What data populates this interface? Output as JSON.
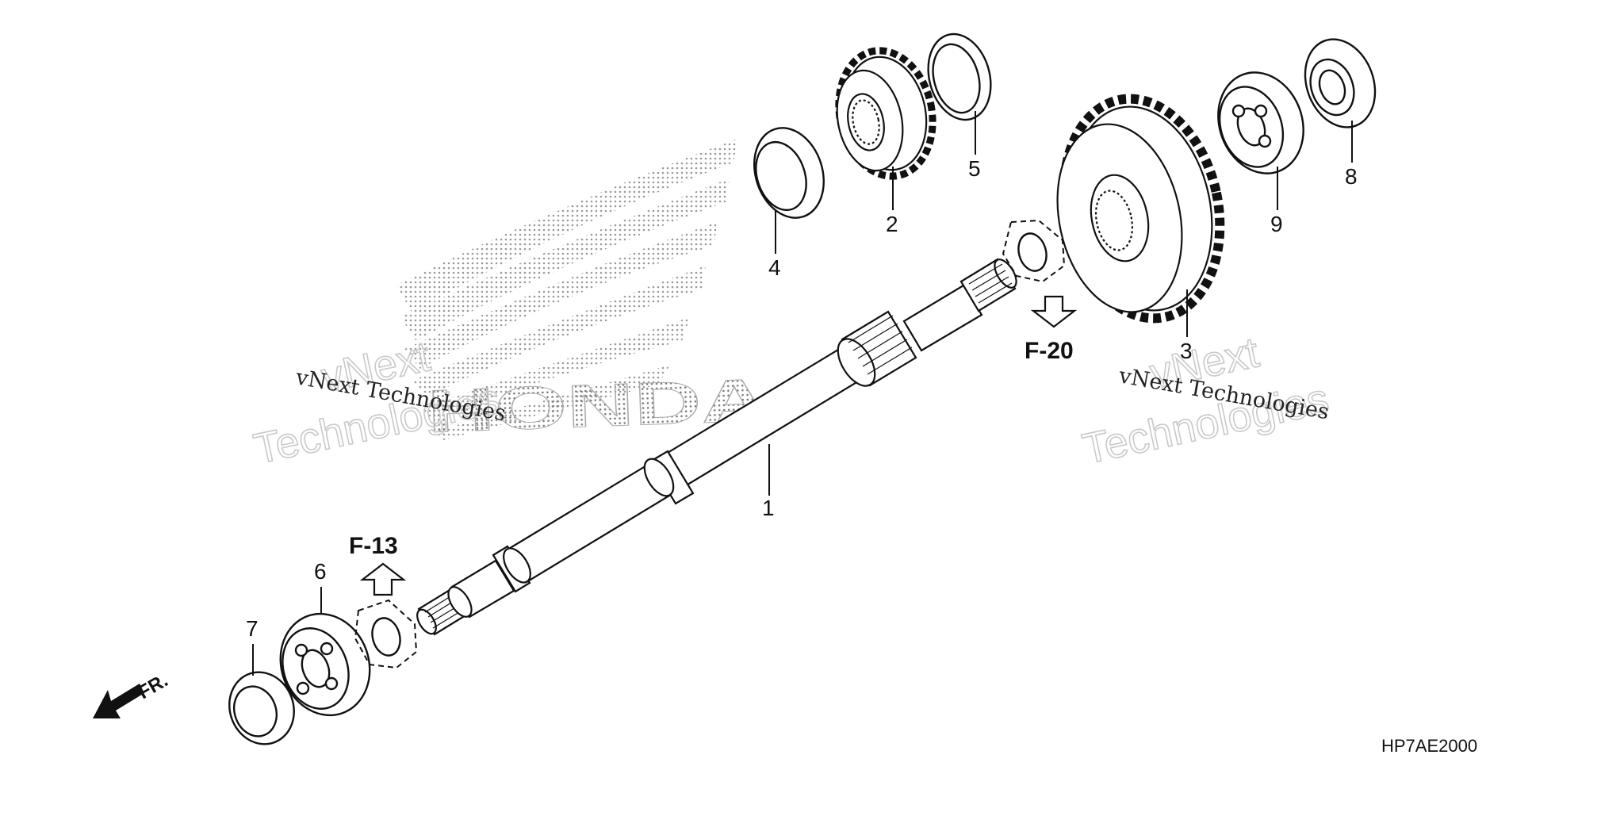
{
  "callouts": [
    {
      "id": "1",
      "label": "1"
    },
    {
      "id": "2",
      "label": "2"
    },
    {
      "id": "3",
      "label": "3"
    },
    {
      "id": "4",
      "label": "4"
    },
    {
      "id": "5",
      "label": "5"
    },
    {
      "id": "6",
      "label": "6"
    },
    {
      "id": "7",
      "label": "7"
    },
    {
      "id": "8",
      "label": "8"
    },
    {
      "id": "9",
      "label": "9"
    }
  ],
  "references": {
    "upper": "F-20",
    "lower": "F-13"
  },
  "direction_label": "FR.",
  "watermarks": {
    "brand_line1": "vNext",
    "brand_line2": "Technologies",
    "brand_small": "vNext Technologies",
    "logo_text": "HONDA"
  },
  "diagram_code": "HP7AE2000",
  "colors": {
    "ink": "#111111",
    "watermark": "#c9c9c9",
    "background": "#ffffff"
  }
}
